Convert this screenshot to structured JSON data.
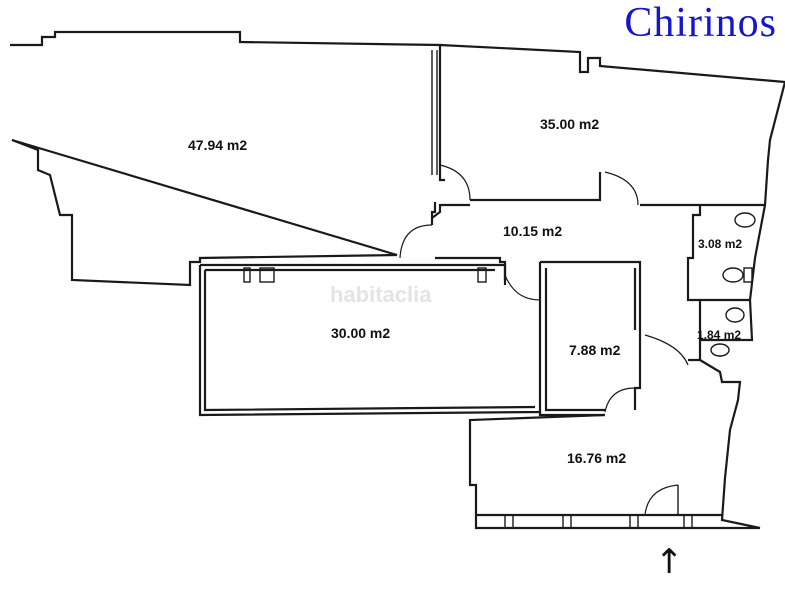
{
  "brand": "Chirinos",
  "watermark": "habitaclia",
  "rooms": [
    {
      "id": "room-1",
      "area": "47.94  m2"
    },
    {
      "id": "room-2",
      "area": "35.00  m2"
    },
    {
      "id": "hall",
      "area": "10.15  m2"
    },
    {
      "id": "bath-1",
      "area": "3.08 m2"
    },
    {
      "id": "bath-2",
      "area": "1.84 m2"
    },
    {
      "id": "room-3",
      "area": "30.00  m2"
    },
    {
      "id": "room-4",
      "area": "7.88 m2"
    },
    {
      "id": "room-5",
      "area": "16.76  m2"
    }
  ],
  "entrance_arrow": "↑"
}
